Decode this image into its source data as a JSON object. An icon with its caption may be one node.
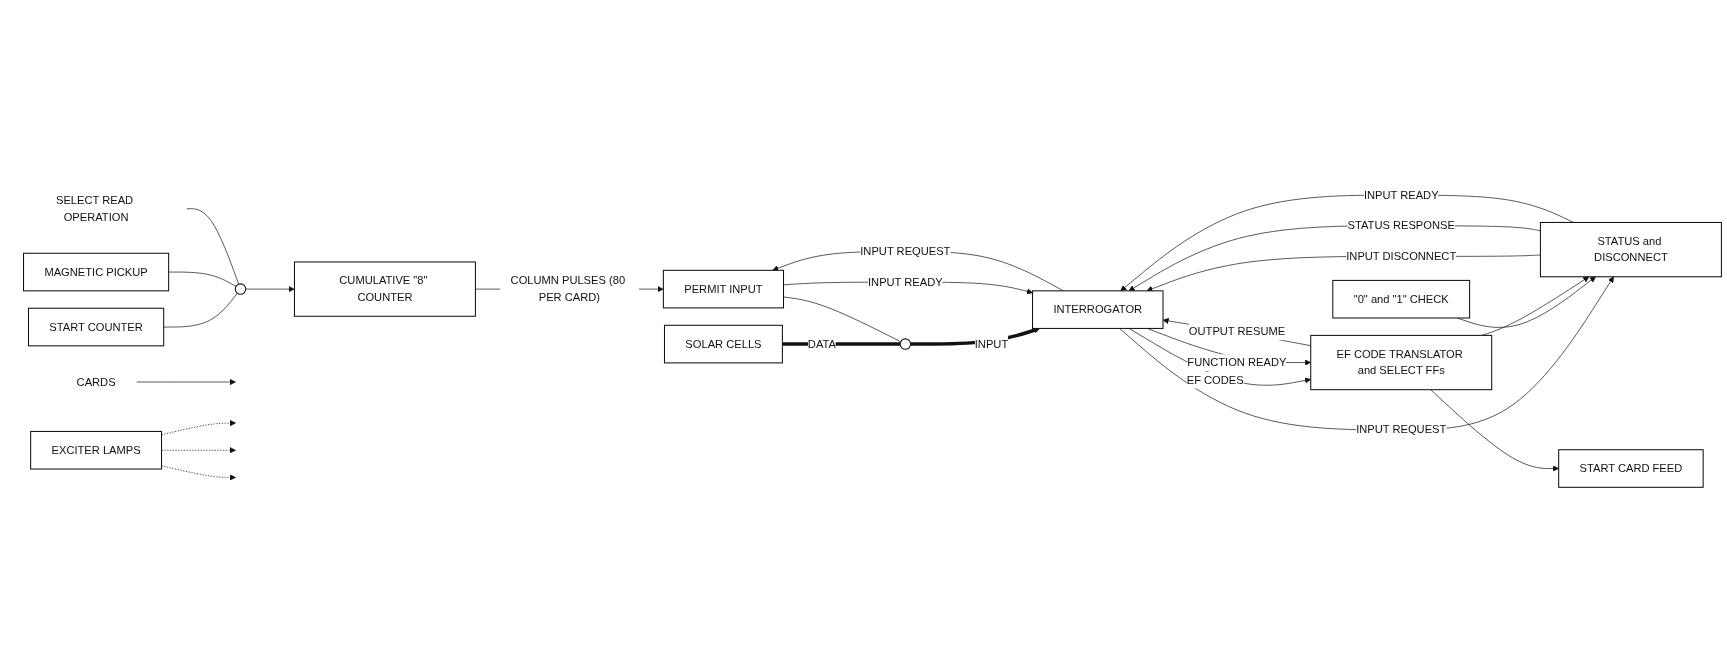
{
  "diagram": {
    "nodes": [
      {
        "text": [
          "CARDS"
        ]
      },
      {
        "text": [
          "START COUNTER"
        ]
      },
      {
        "text": [
          "EXCITER LAMPS"
        ]
      },
      {
        "text": [
          "SOLAR CELLS"
        ]
      },
      {
        "text": [],
        "shape": "circle"
      },
      {
        "text": [
          "INTERROGATOR"
        ]
      },
      {
        "text": [
          "STATUS and DISCONNECT"
        ]
      },
      {
        "text": [
          "\"0\" and \"1\" CHECK"
        ]
      },
      {
        "text": [
          "MAGNETIC PICKUP"
        ]
      },
      {
        "text": [],
        "shape": "circle"
      },
      {
        "text": [
          "CUMULATIVE \"8\" COUNTER"
        ]
      },
      {
        "text": [
          "PERMIT INPUT"
        ]
      },
      {
        "text": [
          "EF CODE TRANSLATOR and SELECT FFs"
        ]
      },
      {
        "text": [
          "START CARD FEED"
        ]
      },
      {
        "text": [
          "SELECT READ OPERATION"
        ]
      }
    ],
    "edges": [
      {
        "from": 0,
        "to": null,
        "arrow": "to"
      },
      {
        "from": 2,
        "to": null,
        "arrow": "to",
        "style": "dashed"
      },
      {
        "from": 2,
        "to": null,
        "arrow": "to",
        "style": "dashed"
      },
      {
        "from": 2,
        "to": null,
        "arrow": "to",
        "style": "dashed"
      },
      {
        "from": 3,
        "to": 4,
        "arrow": "none",
        "label": "DATA",
        "style": "thick"
      },
      {
        "from": 4,
        "to": 5,
        "arrow": "to",
        "label": "INPUT",
        "style": "thick"
      },
      {
        "from": 11,
        "to": 4,
        "arrow": "none"
      },
      {
        "from": 1,
        "to": 9,
        "arrow": "none"
      },
      {
        "from": 8,
        "to": 9,
        "arrow": "none"
      },
      {
        "from": 9,
        "to": 10,
        "arrow": "to"
      },
      {
        "from": 14,
        "to": 9,
        "arrow": "none"
      },
      {
        "from": 10,
        "to": 11,
        "arrow": "to",
        "label": "COLUMN PULSES (80 PER CARD)"
      },
      {
        "from": 5,
        "to": 11,
        "arrow": "to",
        "label": "INPUT REQUEST"
      },
      {
        "from": 11,
        "to": 5,
        "arrow": "to",
        "label": "INPUT READY"
      },
      {
        "from": 6,
        "to": 5,
        "arrow": "to",
        "label": "INPUT DISCONNECT"
      },
      {
        "from": 6,
        "to": 5,
        "arrow": "to",
        "label": "STATUS RESPONSE"
      },
      {
        "from": 6,
        "to": 5,
        "arrow": "to",
        "label": "INPUT READY"
      },
      {
        "from": 5,
        "to": 6,
        "arrow": "to",
        "label": "INPUT REQUEST"
      },
      {
        "from": 7,
        "to": 6,
        "arrow": "to"
      },
      {
        "from": 12,
        "to": 6,
        "arrow": "to"
      },
      {
        "from": 12,
        "to": 5,
        "arrow": "to",
        "label": "OUTPUT RESUME"
      },
      {
        "from": 5,
        "to": 12,
        "arrow": "to",
        "label": "EF CODES"
      },
      {
        "from": 5,
        "to": 12,
        "arrow": "to",
        "label": "FUNCTION READY"
      },
      {
        "from": 12,
        "to": 13,
        "arrow": "to"
      }
    ]
  }
}
